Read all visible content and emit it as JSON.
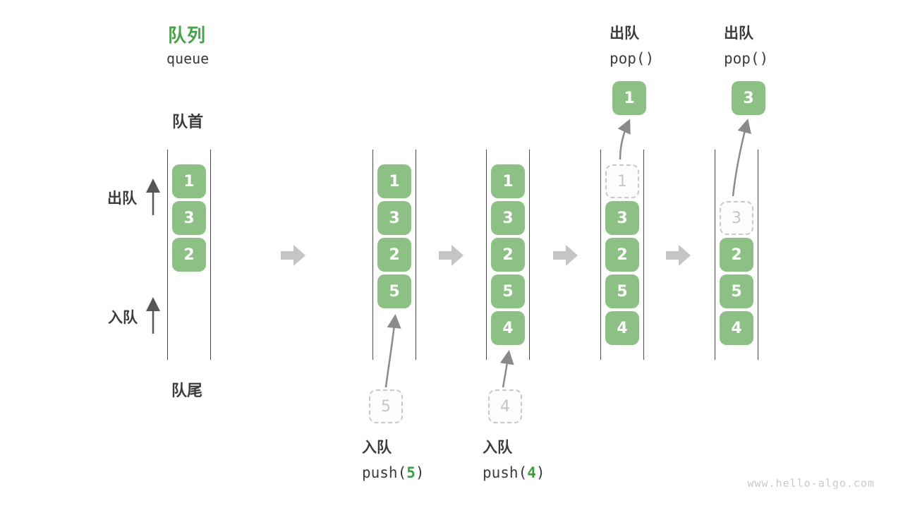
{
  "title": {
    "zh": "队列",
    "en": "queue"
  },
  "labels": {
    "front": "队首",
    "rear": "队尾",
    "dequeue": "出队",
    "enqueue": "入队"
  },
  "states": [
    {
      "items": [
        "1",
        "3",
        "2"
      ]
    },
    {
      "items": [
        "1",
        "3",
        "2",
        "5"
      ]
    },
    {
      "items": [
        "1",
        "3",
        "2",
        "5",
        "4"
      ]
    },
    {
      "ghost": "1",
      "items": [
        "3",
        "2",
        "5",
        "4"
      ],
      "popped": "1"
    },
    {
      "ghost": "3",
      "items": [
        "2",
        "5",
        "4"
      ],
      "popped": "3"
    }
  ],
  "operations": {
    "push5": {
      "label": "入队",
      "code_pre": "push(",
      "arg": "5",
      "code_post": ")",
      "pending": "5"
    },
    "push4": {
      "label": "入队",
      "code_pre": "push(",
      "arg": "4",
      "code_post": ")",
      "pending": "4"
    },
    "pop1": {
      "label": "出队",
      "code": "pop()"
    },
    "pop3": {
      "label": "出队",
      "code": "pop()"
    }
  },
  "watermark": "www.hello-algo.com",
  "colors": {
    "accent_green": "#47a24b",
    "box_green": "#8dc084",
    "block_arrow_gray": "#c5c5c5",
    "thin_arrow_gray": "#8a8a8a",
    "rail_dark": "#4a4a4a",
    "dark_text": "#3c3c3c",
    "ghost_gray": "#c6c6c6"
  }
}
